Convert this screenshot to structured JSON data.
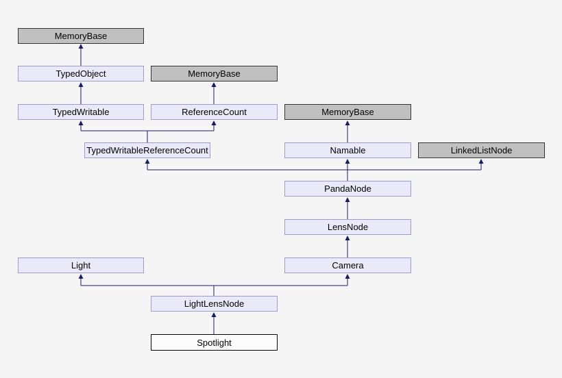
{
  "diagram": {
    "type": "class-inheritance-graph",
    "colors": {
      "background": "#f5f5f5",
      "documented_fill": "#e9e9f8",
      "documented_border": "#9a9ad5",
      "undocumented_fill": "#c0c0c0",
      "undocumented_border": "#333333",
      "current_fill": "#fcfcfc",
      "current_border": "#000000",
      "edge": "#191970"
    },
    "nodes": [
      {
        "label": "MemoryBase",
        "kind": "undocumented"
      },
      {
        "label": "TypedObject",
        "kind": "documented"
      },
      {
        "label": "MemoryBase",
        "kind": "undocumented"
      },
      {
        "label": "TypedWritable",
        "kind": "documented"
      },
      {
        "label": "ReferenceCount",
        "kind": "documented"
      },
      {
        "label": "MemoryBase",
        "kind": "undocumented"
      },
      {
        "label": "TypedWritableReferenceCount",
        "kind": "documented"
      },
      {
        "label": "Namable",
        "kind": "documented"
      },
      {
        "label": "LinkedListNode",
        "kind": "undocumented"
      },
      {
        "label": "PandaNode",
        "kind": "documented"
      },
      {
        "label": "LensNode",
        "kind": "documented"
      },
      {
        "label": "Light",
        "kind": "documented"
      },
      {
        "label": "Camera",
        "kind": "documented"
      },
      {
        "label": "LightLensNode",
        "kind": "documented"
      },
      {
        "label": "Spotlight",
        "kind": "current"
      }
    ],
    "edges": [
      {
        "child": "TypedObject",
        "parent": "MemoryBase"
      },
      {
        "child": "TypedWritable",
        "parent": "TypedObject"
      },
      {
        "child": "ReferenceCount",
        "parent": "MemoryBase"
      },
      {
        "child": "TypedWritableReferenceCount",
        "parent": "TypedWritable"
      },
      {
        "child": "TypedWritableReferenceCount",
        "parent": "ReferenceCount"
      },
      {
        "child": "Namable",
        "parent": "MemoryBase"
      },
      {
        "child": "PandaNode",
        "parent": "TypedWritableReferenceCount"
      },
      {
        "child": "PandaNode",
        "parent": "Namable"
      },
      {
        "child": "PandaNode",
        "parent": "LinkedListNode"
      },
      {
        "child": "LensNode",
        "parent": "PandaNode"
      },
      {
        "child": "Camera",
        "parent": "LensNode"
      },
      {
        "child": "LightLensNode",
        "parent": "Light"
      },
      {
        "child": "LightLensNode",
        "parent": "Camera"
      },
      {
        "child": "Spotlight",
        "parent": "LightLensNode"
      }
    ]
  }
}
